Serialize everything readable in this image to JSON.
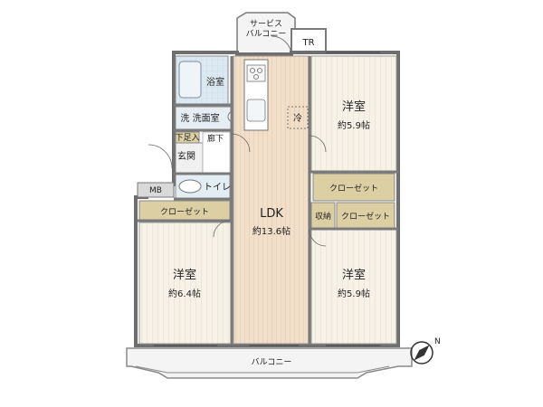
{
  "plan": {
    "rooms": {
      "ldk": {
        "name": "LDK",
        "area": "約13.6帖"
      },
      "western_ne": {
        "name": "洋室",
        "area": "約5.9帖"
      },
      "western_sw": {
        "name": "洋室",
        "area": "約6.4帖"
      },
      "western_se": {
        "name": "洋室",
        "area": "約5.9帖"
      },
      "bath": "浴室",
      "washroom": "洗 洗面室",
      "entrance": "玄関",
      "shoe_storage": "下足入",
      "hallway": "廊下",
      "toilet": "トイレ",
      "meter_box": "MB",
      "refrigerator": "冷",
      "trunk_room": "TR",
      "service_balcony": [
        "サービス",
        "バルコニー"
      ],
      "balcony": "バルコニー",
      "storage": "収納",
      "closet_ne": "クローゼット",
      "closet_se": "クローゼット",
      "closet_sw": "クローゼット"
    },
    "compass": {
      "north_label": "N",
      "icon": "compass-icon"
    },
    "colors": {
      "ldk_floor": "#f0dcc8",
      "room_floor": "#f4f0e6",
      "wet_area": "#d9e6f0",
      "closet": "#d9cba0",
      "wall": "#7a7a7a",
      "balcony": "#f2f2f2"
    }
  }
}
